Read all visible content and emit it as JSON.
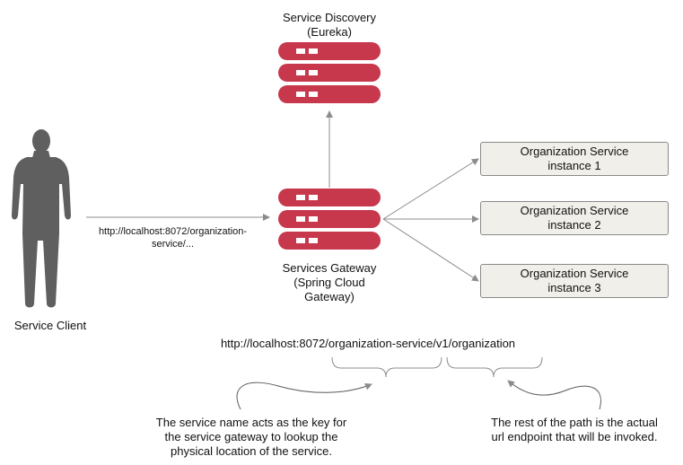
{
  "colors": {
    "server_red": "#c7384d",
    "server_slot": "#ffffff",
    "person_gray": "#5f5f5f",
    "connector_gray": "#8c8c8c",
    "box_fill": "#f0efe9",
    "box_border": "#8a8a8a"
  },
  "icons": {
    "discovery": "server-stack-icon",
    "gateway": "server-stack-icon",
    "client": "person-silhouette-icon"
  },
  "discovery": {
    "line1": "Service Discovery",
    "line2": "(Eureka)"
  },
  "gateway": {
    "line1": "Services Gateway",
    "line2": "(Spring Cloud",
    "line3": "Gateway)"
  },
  "client": {
    "label": "Service Client"
  },
  "request_url": {
    "line1": "http://localhost:8072/organization-",
    "line2": "service/..."
  },
  "instances": [
    {
      "line1": "Organization Service",
      "line2": "instance 1"
    },
    {
      "line1": "Organization Service",
      "line2": "instance 2"
    },
    {
      "line1": "Organization Service",
      "line2": "instance 3"
    }
  ],
  "full_url": "http://localhost:8072/organization-service/v1/organization",
  "notes": {
    "service_name": {
      "line1": "The service name acts as the key for",
      "line2": "the service gateway to lookup the",
      "line3": "physical location of the service."
    },
    "rest_path": {
      "line1": "The rest of the path is the actual",
      "line2": "url endpoint that will be invoked."
    }
  }
}
